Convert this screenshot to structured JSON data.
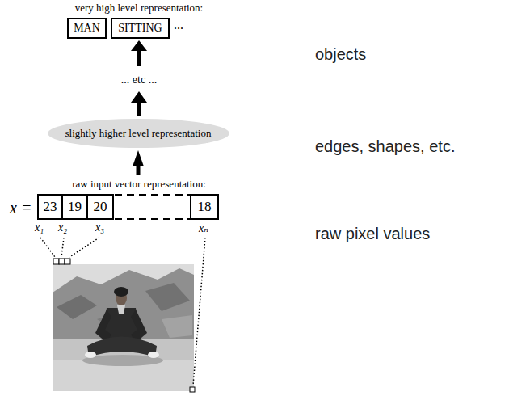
{
  "diagram": {
    "nodes": [
      {
        "text": [
          "MAN"
        ]
      },
      {
        "text": [
          "SITTING"
        ]
      },
      {
        "text": [
          "slightly higher level representation"
        ]
      },
      {
        "text": [
          "raw input vector representation:",
          "x ="
        ]
      },
      {
        "text": [
          "23"
        ],
        "in": 3
      },
      {
        "text": [
          "19"
        ],
        "in": 3
      },
      {
        "text": [
          "20"
        ],
        "in": 3
      },
      {
        "text": [
          "18"
        ],
        "in": 3
      }
    ],
    "edges": [
      {
        "from": 3,
        "to": 2,
        "arrow": "to"
      }
    ],
    "labels": [
      "very high level representation:",
      "...",
      "... etc ...",
      "x₁",
      "x₂",
      "x₃",
      "xₙ",
      "objects",
      "edges, shapes, etc.",
      "raw pixel values"
    ]
  }
}
